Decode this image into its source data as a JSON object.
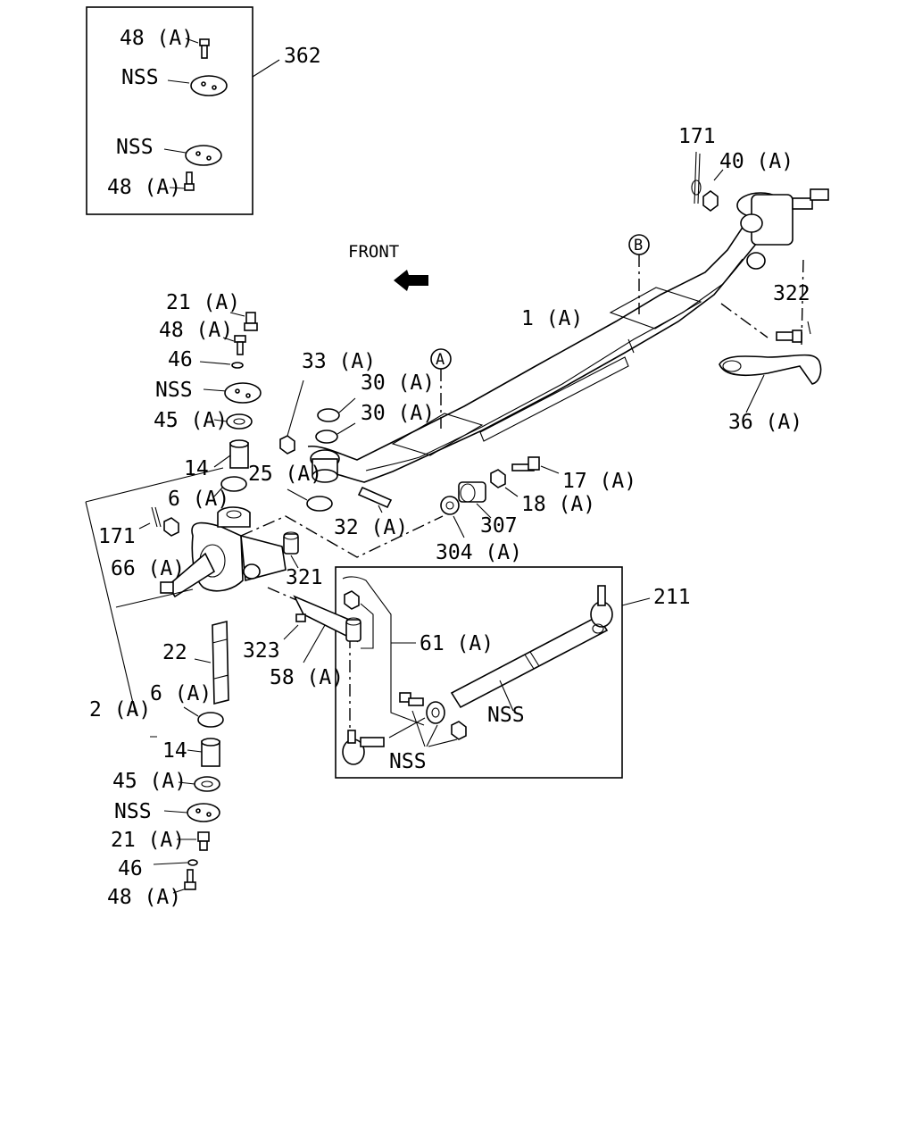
{
  "diagram": {
    "front_label": "FRONT",
    "callouts": {
      "circle_a": "A",
      "circle_b": "B"
    },
    "labels": {
      "l362": "362",
      "box_48a_top": "48 (A)",
      "box_nss_1": "NSS",
      "box_nss_2": "NSS",
      "box_48a_bot": "48 (A)",
      "l171_top": "171",
      "l40a": "40 (A)",
      "l1a": "1 (A)",
      "l322": "322",
      "l36a": "36 (A)",
      "l21a_top": "21 (A)",
      "l48a_mid": "48 (A)",
      "l46_top": "46",
      "lnss_mid": "NSS",
      "l45a_top": "45 (A)",
      "l33a": "33 (A)",
      "l30a_1": "30 (A)",
      "l30a_2": "30 (A)",
      "l14_top": "14",
      "l25a": "25 (A)",
      "l6a_top": "6 (A)",
      "l17a": "17 (A)",
      "l18a": "18 (A)",
      "l307": "307",
      "l32a": "32 (A)",
      "l304a": "304 (A)",
      "l171_left": "171",
      "l66a": "66 (A)",
      "l321": "321",
      "l211": "211",
      "l61a": "61 (A)",
      "l323": "323",
      "l58a": "58 (A)",
      "l22": "22",
      "lnss_rod": "NSS",
      "l2a": "2 (A)",
      "l6a_bot": "6 (A)",
      "lnss_box": "NSS",
      "l14_bot": "14",
      "l45a_bot": "45 (A)",
      "lnss_bot": "NSS",
      "l21a_bot": "21 (A)",
      "l46_bot": "46",
      "l48a_bot": "48 (A)"
    }
  }
}
